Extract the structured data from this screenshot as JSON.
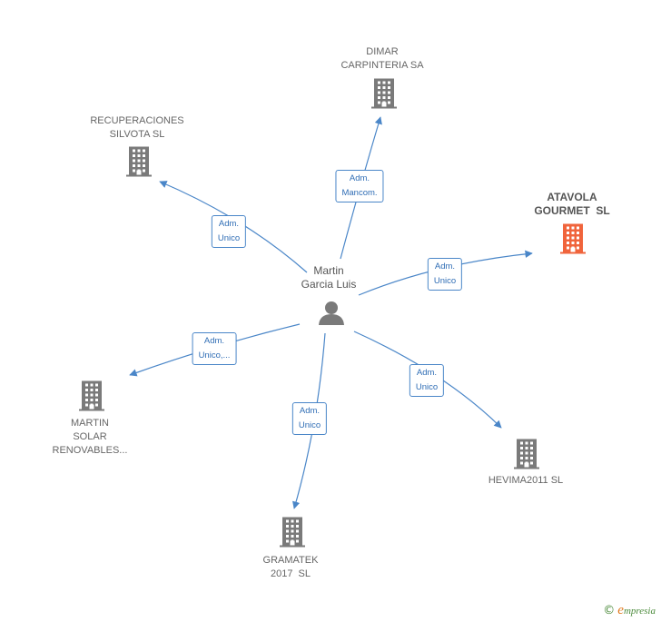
{
  "center": {
    "lines": [
      "Martin",
      "Garcia Luis"
    ]
  },
  "companies": [
    {
      "id": "dimar",
      "lines": [
        "DIMAR",
        "CARPINTERIA SA"
      ],
      "highlight": false
    },
    {
      "id": "recuperaciones",
      "lines": [
        "RECUPERACIONES",
        "SILVOTA SL"
      ],
      "highlight": false
    },
    {
      "id": "atavola",
      "lines": [
        "ATAVOLA",
        "GOURMET  SL"
      ],
      "highlight": true
    },
    {
      "id": "martin-solar",
      "lines": [
        "MARTIN",
        "SOLAR",
        "RENOVABLES..."
      ],
      "highlight": false
    },
    {
      "id": "hevima",
      "lines": [
        "HEVIMA2011 SL"
      ],
      "highlight": false
    },
    {
      "id": "gramatek",
      "lines": [
        "GRAMATEK",
        "2017  SL"
      ],
      "highlight": false
    }
  ],
  "edges": [
    {
      "to": "dimar",
      "lines": [
        "Adm.",
        "Mancom."
      ]
    },
    {
      "to": "recuperaciones",
      "lines": [
        "Adm.",
        "Unico"
      ]
    },
    {
      "to": "atavola",
      "lines": [
        "Adm.",
        "Unico"
      ]
    },
    {
      "to": "martin-solar",
      "lines": [
        "Adm.",
        "Unico,..."
      ]
    },
    {
      "to": "hevima",
      "lines": [
        "Adm.",
        "Unico"
      ]
    },
    {
      "to": "gramatek",
      "lines": [
        "Adm.",
        "Unico"
      ]
    }
  ],
  "colors": {
    "edge": "#4a86c8",
    "building": "#7a7a7a",
    "building_highlight": "#f0643c",
    "person": "#7a7a7a"
  },
  "icons": {
    "company": "building-icon",
    "person": "person-icon"
  },
  "watermark": {
    "symbol": "©",
    "initial": "e",
    "rest": "mpresia"
  }
}
